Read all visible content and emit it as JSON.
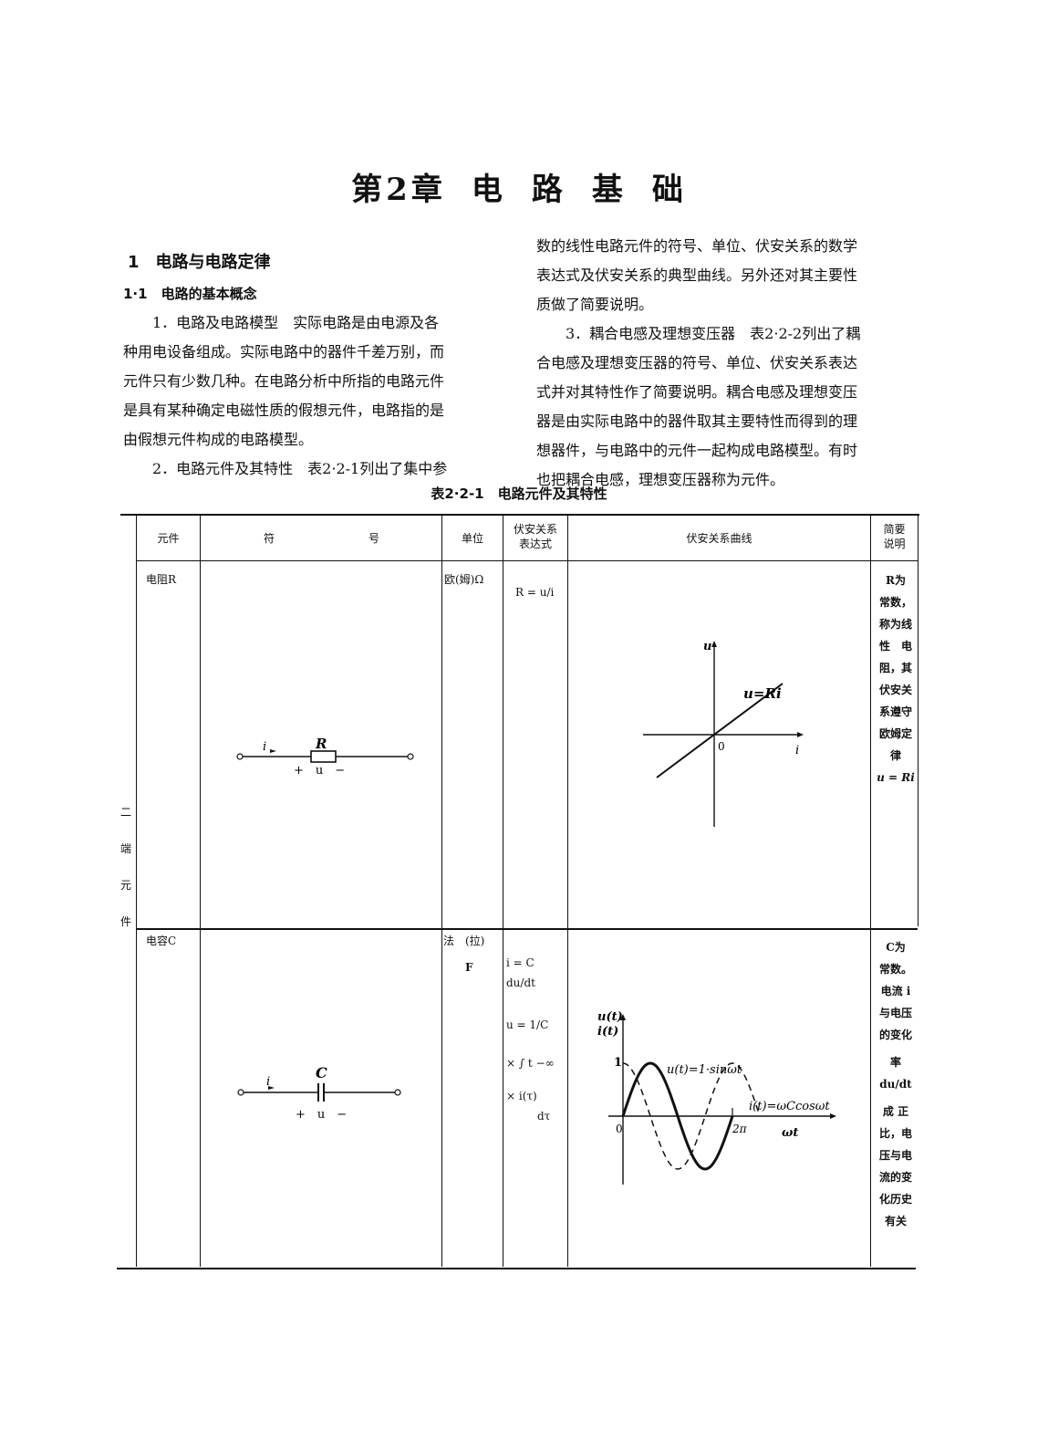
{
  "chapter": {
    "number_label": "第2章",
    "title_chars": [
      "电",
      "路",
      "基",
      "础"
    ]
  },
  "left_column": {
    "section_heading": "1　电路与电路定律",
    "subsection_heading": "1·1　电路的基本概念",
    "para1_line1": "1．电路及电路模型　实际电路是由电源及各",
    "para1_line2": "种用电设备组成。实际电路中的器件千差万别，而",
    "para1_line3": "元件只有少数几种。在电路分析中所指的电路元件",
    "para1_line4": "是具有某种确定电磁性质的假想元件，电路指的是",
    "para1_line5": "由假想元件构成的电路模型。",
    "para2_line1": "2．电路元件及其特性　表2·2-1列出了集中参"
  },
  "right_column": {
    "line1": "数的线性电路元件的符号、单位、伏安关系的数学",
    "line2": "表达式及伏安关系的典型曲线。另外还对其主要性",
    "line3": "质做了简要说明。",
    "line4": "3．耦合电感及理想变压器　表2·2-2列出了耦",
    "line5": "合电感及理想变压器的符号、单位、伏安关系表达",
    "line6": "式并对其特性作了简要说明。耦合电感及理想变压",
    "line7": "器是由实际电路中的器件取其主要特性而得到的理",
    "line8": "想器件，与电路中的元件一起构成电路模型。有时",
    "line9": "也把耦合电感，理想变压器称为元件。"
  },
  "table": {
    "caption": "表2·2-1　电路元件及其特性",
    "headers": {
      "element": "元件",
      "symbol_left": "符",
      "symbol_right": "号",
      "unit": "单位",
      "va_expr_1": "伏安关系",
      "va_expr_2": "表达式",
      "va_curve": "伏安关系曲线",
      "note_1": "简要",
      "note_2": "说明"
    },
    "side_label": [
      "二",
      "端",
      "元",
      "件"
    ],
    "rows": [
      {
        "element": "电阻R",
        "unit": "欧(姆)Ω",
        "expr": "R = u/i",
        "symbol_letter": "R",
        "symbol_current": "i",
        "symbol_voltage": "+　u　−",
        "graph": {
          "y_axis_label": "u",
          "x_axis_label": "i",
          "origin_label": "0",
          "line_label": "u=Ri"
        },
        "note_lines": [
          "R为",
          "常数，",
          "称为线",
          "性　电",
          "阻，其",
          "伏安关",
          "系遵守",
          "欧姆定",
          "律",
          "u = Ri"
        ]
      },
      {
        "element": "电容C",
        "unit_1": "法　(拉)",
        "unit_2": "F",
        "expr_1": "i = C du/dt",
        "expr_2": "u = 1/C",
        "expr_3": "× ∫ t −∞",
        "expr_4": "× i(τ)",
        "expr_5": "dτ",
        "symbol_letter": "C",
        "symbol_current": "i",
        "symbol_voltage": "+　u　−",
        "graph": {
          "y_label_1": "u(t)",
          "y_label_2": "i(t)",
          "tick_one": "1",
          "origin_label": "0",
          "x_tick": "2π",
          "x_axis_label": "ωt",
          "u_label": "u(t)=1·sinωt",
          "i_label": "i(t)=ωCcosωt"
        },
        "note_lines": [
          "C为",
          "常数。",
          "电流 i",
          "与电压",
          "的变化",
          "率 du/dt",
          "成 正",
          "比，电",
          "压与电",
          "流的变",
          "化历史",
          "有关"
        ]
      }
    ]
  }
}
